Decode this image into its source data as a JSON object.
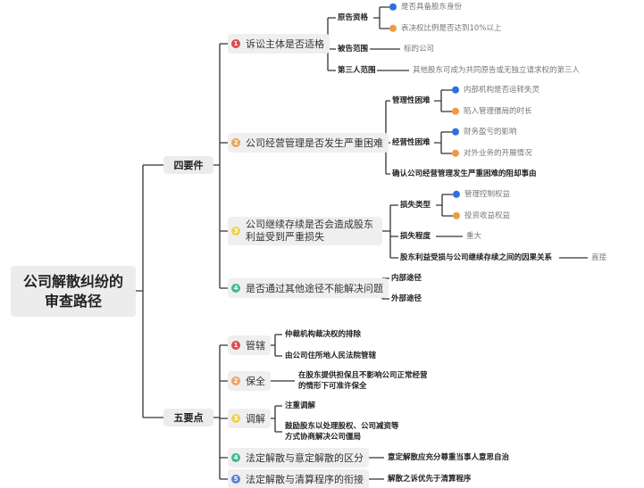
{
  "root": {
    "line1": "公司解散纠纷的",
    "line2": "审查路径"
  },
  "colors": {
    "red": "#e04a4a",
    "orange": "#f0a35a",
    "yellow": "#f1d04a",
    "green": "#3dbb98",
    "blue": "#5a7fd8",
    "dot_blue": "#2f6fe0",
    "dot_orange": "#ee9a44"
  },
  "four": {
    "label": "四要件",
    "items": [
      {
        "num": "1",
        "label": "诉讼主体是否适格",
        "children": [
          {
            "label": "原告资格",
            "leaves": [
              "是否具备股东身份",
              "表决权比例是否达到10%以上"
            ]
          },
          {
            "label": "被告范围",
            "value": "标的公司"
          },
          {
            "label": "第三人范围",
            "value": "其他股东可成为共同原告或无独立请求权的第三人"
          }
        ]
      },
      {
        "num": "2",
        "label": "公司经营管理是否发生严重困难",
        "children": [
          {
            "label": "管理性困难",
            "leaves": [
              "内部机构是否运转失灵",
              "陷入管理僵局的时长"
            ]
          },
          {
            "label": "经营性困难",
            "leaves": [
              "财务盈亏的影响",
              "对外业务的开展情况"
            ]
          },
          {
            "label": "确认公司经营管理发生严重困难的阻却事由"
          }
        ]
      },
      {
        "num": "3",
        "label": "公司继续存续是否会造成股东利益受到严重损失",
        "children": [
          {
            "label": "损失类型",
            "leaves": [
              "管理控制权益",
              "投资收益权益"
            ]
          },
          {
            "label": "损失程度",
            "value": "重大"
          },
          {
            "label": "股东利益受损与公司继续存续之间的因果关系",
            "value": "直接"
          }
        ]
      },
      {
        "num": "4",
        "label": "是否通过其他途径不能解决问题",
        "children": [
          {
            "label": "内部途径"
          },
          {
            "label": "外部途径"
          }
        ]
      }
    ]
  },
  "five": {
    "label": "五要点",
    "items": [
      {
        "num": "1",
        "label": "管辖",
        "children": [
          "仲裁机构裁决权的排除",
          "由公司住所地人民法院管辖"
        ]
      },
      {
        "num": "2",
        "label": "保全",
        "children": [
          "在股东提供担保且不影响公司正常经营的情形下可准许保全"
        ]
      },
      {
        "num": "3",
        "label": "调解",
        "children": [
          "注重调解",
          "鼓励股东以处理股权、公司减资等方式协商解决公司僵局"
        ]
      },
      {
        "num": "4",
        "label": "法定解散与意定解散的区分",
        "children": [
          "意定解散应充分尊重当事人意思自治"
        ]
      },
      {
        "num": "5",
        "label": "法定解散与清算程序的衔接",
        "children": [
          "解散之诉优先于清算程序"
        ]
      }
    ]
  }
}
